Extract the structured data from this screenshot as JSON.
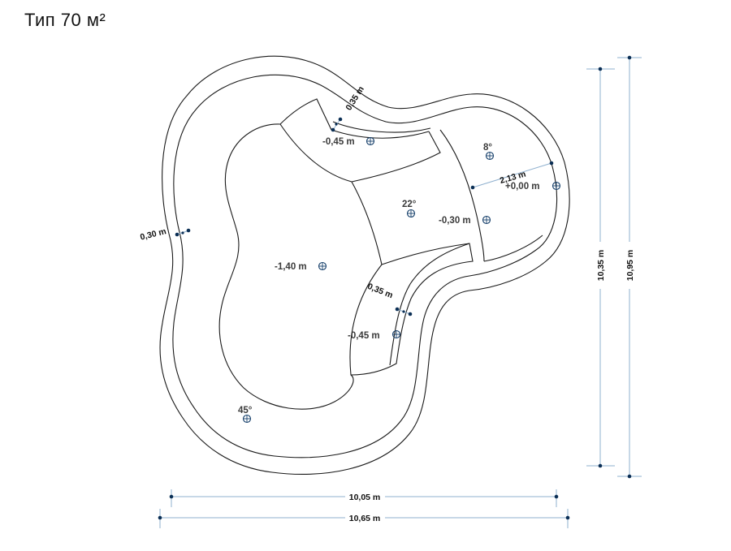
{
  "title": "Тип 70 м²",
  "dimensions": {
    "inner_width": "10,05 m",
    "outer_width": "10,65 m",
    "inner_length": "10,35 m",
    "outer_length": "10,95 m",
    "wall_left": "0,30 m",
    "wall_top": "0,35 m",
    "step_width": "0,35 m",
    "shelf_width": "2,13 m"
  },
  "levels": {
    "top_step": "-0,45 m",
    "right_shelf": "+0,00 m",
    "ramp": "-0,30 m",
    "deep_zone": "-1,40 m",
    "lower_step": "-0,45 m"
  },
  "slopes": {
    "shelf": "8°",
    "ramp": "22°",
    "floor": "45°"
  },
  "colors": {
    "outline": "#1a1a1a",
    "dimension_line": "#8fb0cf",
    "marker": "#17406b"
  }
}
